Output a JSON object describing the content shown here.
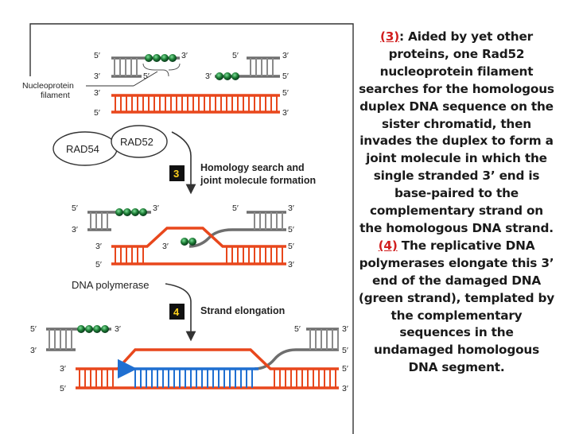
{
  "labels": {
    "nucleoprotein": [
      "Nucleoprotein",
      "filament"
    ],
    "rad54": "RAD54",
    "rad52": "RAD52",
    "dna_polymerase": "DNA polymerase",
    "five_prime": "5′",
    "three_prime": "3′"
  },
  "steps": [
    {
      "number": "3",
      "caption_line1": "Homology search and",
      "caption_line2": "joint molecule formation"
    },
    {
      "number": "4",
      "caption_line1": "Strand elongation",
      "caption_line2": ""
    }
  ],
  "explanation": {
    "num3": "(3)",
    "part1": ": Aided by yet other proteins, one Rad52 nucleoprotein filament searches for the homologous duplex DNA sequence on the sister chromatid, then invades the duplex to form a joint molecule in which the single stranded 3’ end is base-paired to the complementary strand on the homologous DNA strand. ",
    "num4": "(4)",
    "part2": " The replicative DNA polymerases elongate this 3’ end of the damaged DNA (green strand), templated by the complementary sequences in the undamaged homologous DNA segment."
  },
  "colors": {
    "red_strand": "#e8471c",
    "gray_strand": "#6e6e6e",
    "blue_strand": "#1f6fd1",
    "green_protein": "#1b7a33",
    "step_box": "#111111",
    "highlight": "#d11f1f"
  }
}
